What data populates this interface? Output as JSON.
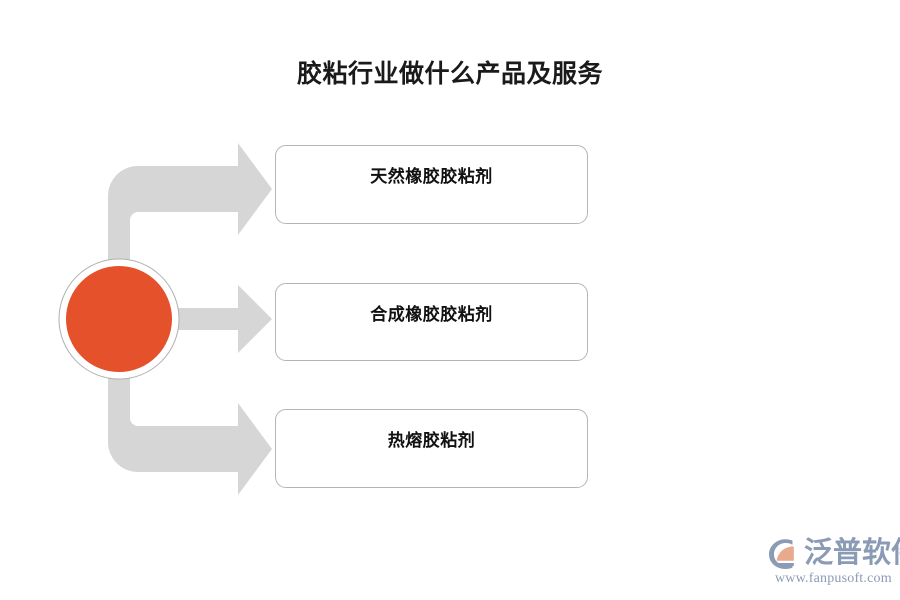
{
  "page": {
    "title": "胶粘行业做什么产品及服务",
    "background_color": "#FFFFFF"
  },
  "diagram": {
    "type": "one-to-many-flow",
    "hub": {
      "name": "hub-node",
      "shape": "circle",
      "fill_color": "#E5512A",
      "ring_color": "#B0B0B0",
      "label": ""
    },
    "connector_color": "#D6D6D6",
    "branches": [
      {
        "label": "天然橡胶胶粘剂",
        "connector": "elbow-up-right",
        "arrow_name": "arrow-to-natural-rubber-adhesive"
      },
      {
        "label": "合成橡胶胶粘剂",
        "connector": "straight-right",
        "arrow_name": "arrow-to-synthetic-rubber-adhesive"
      },
      {
        "label": "热熔胶粘剂",
        "connector": "elbow-down-right",
        "arrow_name": "arrow-to-hot-melt-adhesive"
      }
    ],
    "box_border_color": "#B5B5B5",
    "box_fill_color": "#FFFFFF"
  },
  "watermark": {
    "brand_cn": "泛普软件",
    "url": "www.fanpusoft.com",
    "mark_color": "#8C9BB5",
    "mark_accent_color": "#E8A98C",
    "text_color": "#8C9BB5"
  }
}
